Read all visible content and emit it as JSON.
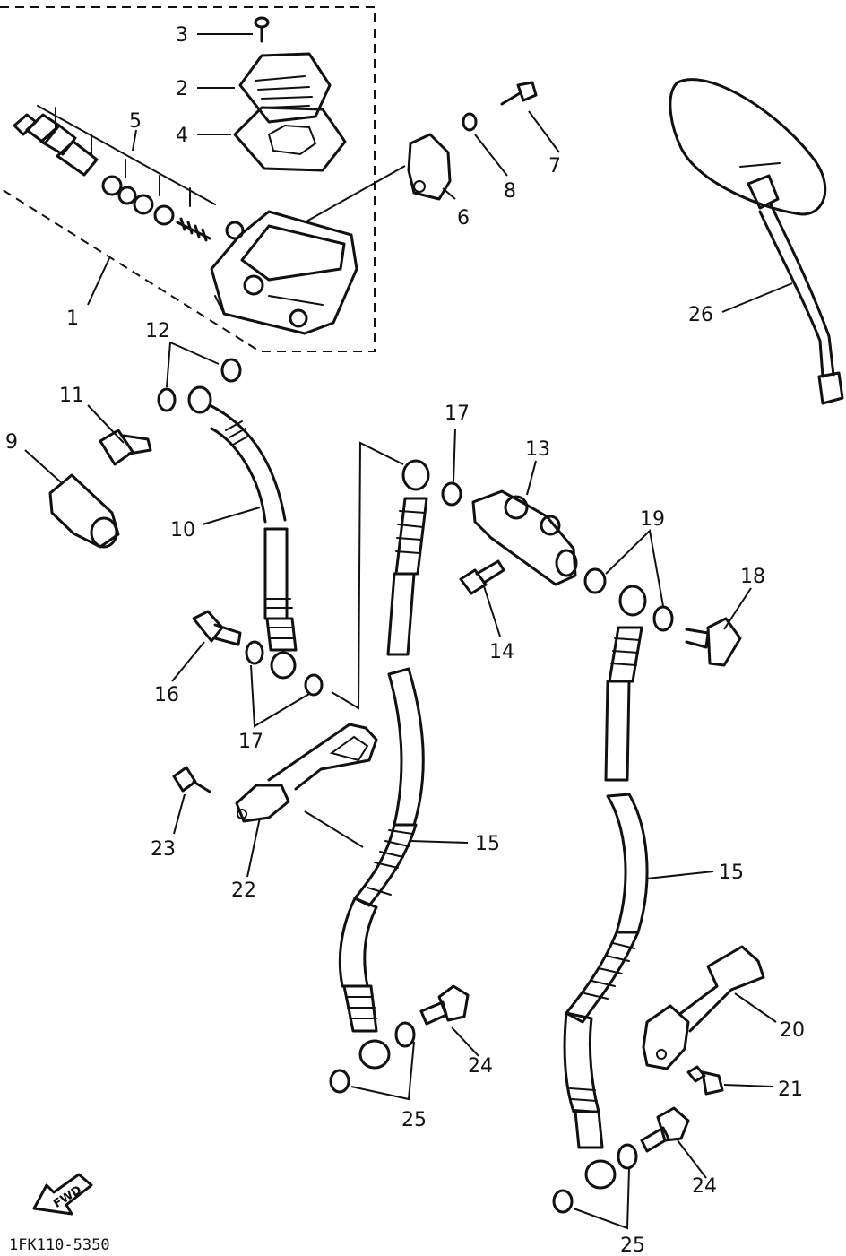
{
  "diagram": {
    "drawing_code": "1FK110-5350",
    "direction_marker": "FWD",
    "callouts": {
      "c1": "1",
      "c2": "2",
      "c3": "3",
      "c4": "4",
      "c5": "5",
      "c6": "6",
      "c7": "7",
      "c8": "8",
      "c9": "9",
      "c10": "10",
      "c11": "11",
      "c12": "12",
      "c13": "13",
      "c14": "14",
      "c15a": "15",
      "c15b": "15",
      "c16": "16",
      "c17a": "17",
      "c17b": "17",
      "c18": "18",
      "c19": "19",
      "c20": "20",
      "c21": "21",
      "c22": "22",
      "c23": "23",
      "c24a": "24",
      "c24b": "24",
      "c25a": "25",
      "c25b": "25",
      "c26": "26"
    }
  }
}
